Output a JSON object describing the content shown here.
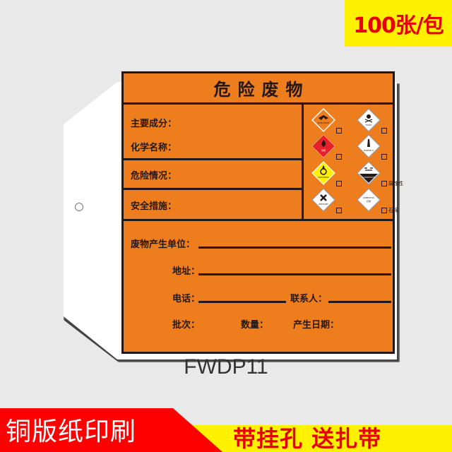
{
  "top_badge": {
    "text": "100张/包",
    "bg": "#fff200",
    "color": "#e60000"
  },
  "tag": {
    "title": "危险废物",
    "colors": {
      "label_bg": "#ee7d1e",
      "border": "#231815",
      "tag_bg": "#ffffff"
    },
    "fields_top": [
      {
        "label": "主要成分："
      },
      {
        "label": "化学名称："
      },
      {
        "label": "危险情况："
      },
      {
        "label": "安全措施："
      }
    ],
    "hazard_symbols": [
      {
        "name": "explosive",
        "text": "EXPLOSIVE 爆炸品",
        "checkbox_label": ""
      },
      {
        "name": "toxic",
        "text": "TOXIC 有毒",
        "checkbox_label": ""
      },
      {
        "name": "flammable",
        "text": "易燃",
        "checkbox_label": ""
      },
      {
        "name": "harmful",
        "text": "HARMFUL 有害",
        "checkbox_label": ""
      },
      {
        "name": "oxidizing",
        "text": "OXIDIZING 助燃",
        "checkbox_label": ""
      },
      {
        "name": "corrosive",
        "text": "CORROSIVE 腐蚀性",
        "checkbox_label": "腐蚀性"
      },
      {
        "name": "irritant",
        "text": "IRRITANT 刺激",
        "checkbox_label": ""
      },
      {
        "name": "asbestos",
        "text": "ASBESTOS 石棉",
        "checkbox_label": "石棉"
      }
    ],
    "fields_bottom": {
      "producer": "废物产生单位：",
      "address": "地址：",
      "phone": "电话：",
      "contact": "联系人：",
      "batch": "批次：",
      "quantity": "数量：",
      "date": "产生日期："
    }
  },
  "model_code": "FWDP11",
  "banner": {
    "left_text": "铜版纸印刷",
    "right_text": "带挂孔 送扎带",
    "left_bg": "#ff0000",
    "right_bg": "#fff200"
  }
}
